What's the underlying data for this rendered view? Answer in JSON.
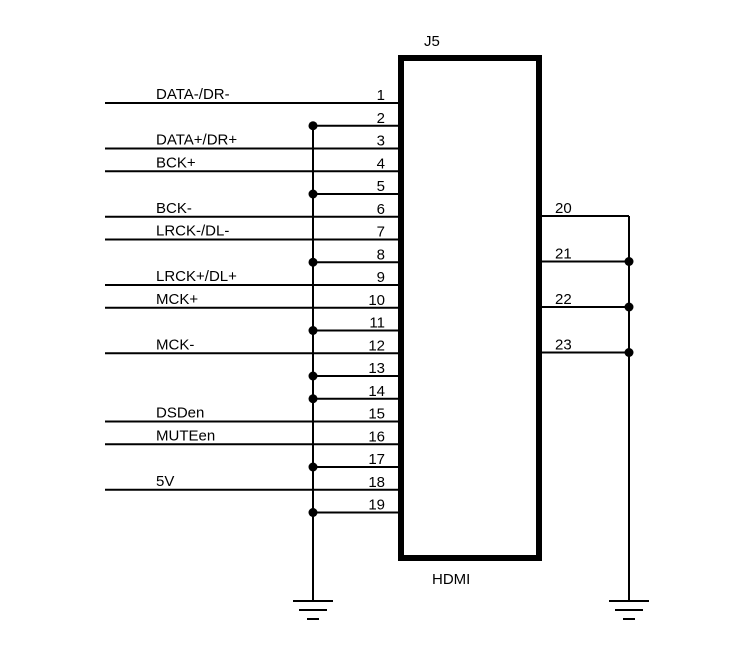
{
  "component": {
    "designator": "J5",
    "type": "HDMI"
  },
  "left_pins": [
    {
      "pin": "1",
      "signal": "DATA-/DR-",
      "ground": false
    },
    {
      "pin": "2",
      "signal": "",
      "ground": true
    },
    {
      "pin": "3",
      "signal": "DATA+/DR+",
      "ground": false
    },
    {
      "pin": "4",
      "signal": "BCK+",
      "ground": false
    },
    {
      "pin": "5",
      "signal": "",
      "ground": true
    },
    {
      "pin": "6",
      "signal": "BCK-",
      "ground": false
    },
    {
      "pin": "7",
      "signal": "LRCK-/DL-",
      "ground": false
    },
    {
      "pin": "8",
      "signal": "",
      "ground": true
    },
    {
      "pin": "9",
      "signal": "LRCK+/DL+",
      "ground": false
    },
    {
      "pin": "10",
      "signal": "MCK+",
      "ground": false
    },
    {
      "pin": "11",
      "signal": "",
      "ground": true
    },
    {
      "pin": "12",
      "signal": "MCK-",
      "ground": false
    },
    {
      "pin": "13",
      "signal": "",
      "ground": true
    },
    {
      "pin": "14",
      "signal": "",
      "ground": true
    },
    {
      "pin": "15",
      "signal": "DSDen",
      "ground": false
    },
    {
      "pin": "16",
      "signal": "MUTEen",
      "ground": false
    },
    {
      "pin": "17",
      "signal": "",
      "ground": true
    },
    {
      "pin": "18",
      "signal": "5V",
      "ground": false
    },
    {
      "pin": "19",
      "signal": "",
      "ground": true
    }
  ],
  "right_pins": [
    {
      "pin": "20"
    },
    {
      "pin": "21"
    },
    {
      "pin": "22"
    },
    {
      "pin": "23"
    }
  ]
}
